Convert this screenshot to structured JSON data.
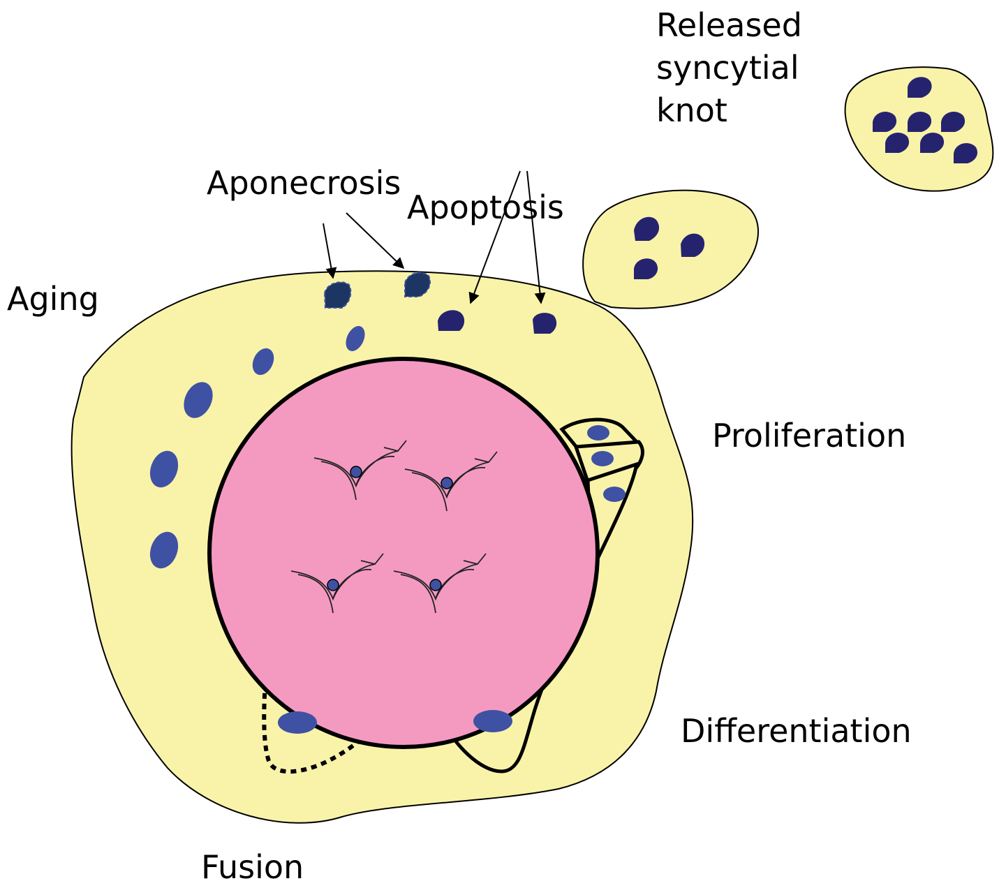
{
  "labels": {
    "released_line1": "Released",
    "released_line2": "syncytial",
    "released_line3": "knot",
    "aponecrosis": "Aponecrosis",
    "apoptosis": "Apoptosis",
    "aging": "Aging",
    "proliferation": "Proliferation",
    "differentiation": "Differentiation",
    "fusion": "Fusion"
  },
  "colors": {
    "syncytium": "#f9f3a9",
    "villous_core": "#f49ac1",
    "nucleus": "#3f51a3",
    "apoptotic_nucleus": "#26236e",
    "aponecrotic_nucleus": "#1c3563",
    "outline": "#000000"
  }
}
